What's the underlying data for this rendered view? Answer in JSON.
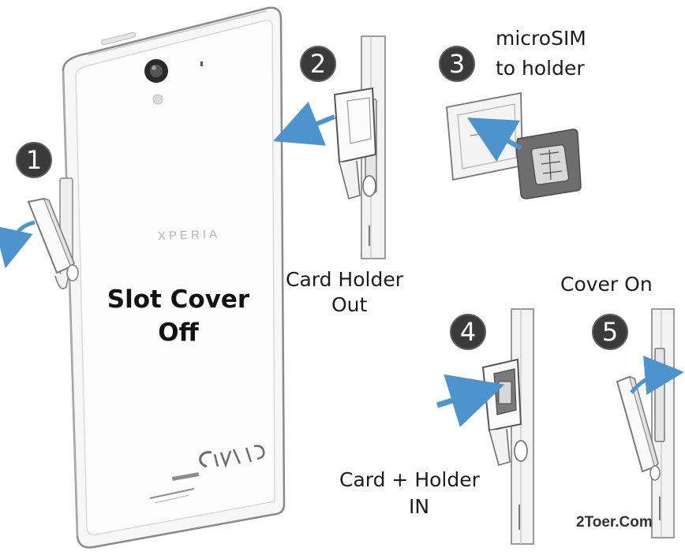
{
  "brand": "XPERIA",
  "steps": [
    {
      "number": "1",
      "label_lines": [
        "Slot Cover",
        "Off"
      ]
    },
    {
      "number": "2",
      "label_lines": [
        "Card Holder",
        "Out"
      ]
    },
    {
      "number": "3",
      "label_lines": [
        "microSIM",
        "to holder"
      ]
    },
    {
      "number": "4",
      "label_lines": [
        "Card + Holder",
        "IN"
      ]
    },
    {
      "number": "5",
      "label_lines": [
        "Cover On"
      ]
    }
  ],
  "watermark": "2Toer.Com",
  "colors": {
    "arrow": "#4d93cd",
    "badge": "#3a3a3a",
    "outline": "#7a7a7a"
  }
}
